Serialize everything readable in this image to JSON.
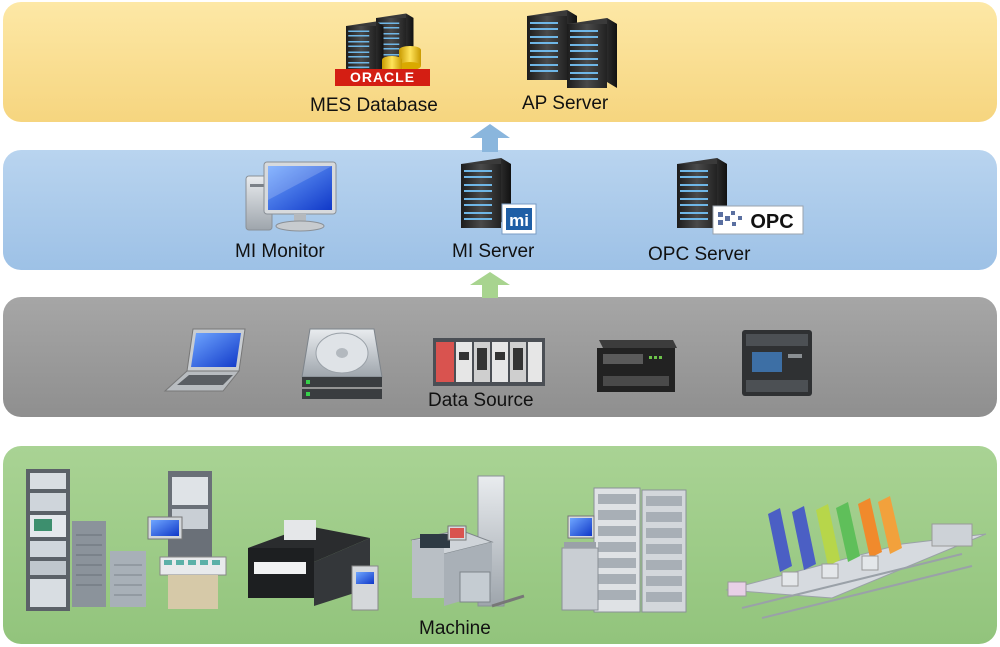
{
  "layers": {
    "top": {
      "mes_database_label": "MES Database",
      "ap_server_label": "AP Server",
      "oracle_logo_text": "ORACLE"
    },
    "mi": {
      "mi_monitor_label": "MI Monitor",
      "mi_server_label": "MI Server",
      "opc_server_label": "OPC Server",
      "mi_badge_text": "mi",
      "opc_logo_text": "OPC"
    },
    "data_source": {
      "label": "Data Source"
    },
    "machine": {
      "label": "Machine"
    }
  },
  "colors": {
    "top_layer": "#f6d57f",
    "mi_layer": "#9dc1e6",
    "data_source_layer": "#8f8f8f",
    "machine_layer": "#92c47c",
    "arrow_top": "#8ab6dd",
    "arrow_mid": "#a8d48f"
  },
  "icons": [
    "oracle-database-icon",
    "ap-server-icon",
    "mi-monitor-icon",
    "mi-server-icon",
    "opc-server-icon",
    "laptop-icon",
    "disk-drive-icon",
    "plc-rack-icon",
    "plc-controller-icon",
    "plc-module-icon",
    "test-rack-machine",
    "dicing-machine",
    "wafer-prober-machine",
    "cabinet-machine",
    "conveyor-line-machine"
  ]
}
